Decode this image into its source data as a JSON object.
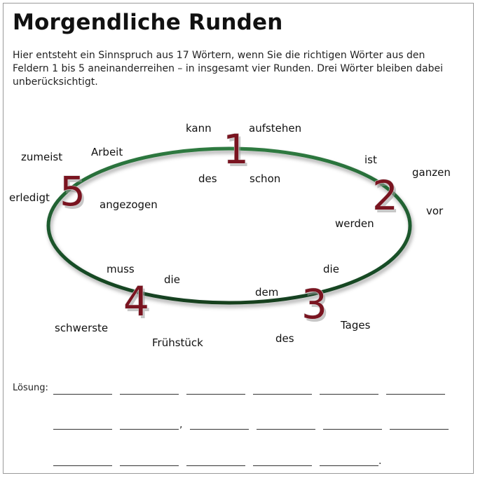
{
  "title": "Morgendliche Runden",
  "intro": "Hier entsteht ein Sinnspruch aus 17 Wörtern, wenn Sie die richtigen Wörter aus den Feldern 1 bis 5 aneinanderreihen – in insgesamt vier Runden. Drei Wörter bleiben dabei unberücksichtigt.",
  "fields": [
    {
      "number": "1",
      "words": [
        "kann",
        "aufstehen",
        "des",
        "schon"
      ]
    },
    {
      "number": "2",
      "words": [
        "ist",
        "ganzen",
        "vor",
        "werden"
      ]
    },
    {
      "number": "3",
      "words": [
        "die",
        "dem",
        "Tages",
        "des"
      ]
    },
    {
      "number": "4",
      "words": [
        "muss",
        "die",
        "schwerste",
        "Frühstück"
      ]
    },
    {
      "number": "5",
      "words": [
        "zumeist",
        "Arbeit",
        "erledigt",
        "angezogen"
      ]
    }
  ],
  "solution": {
    "label": "Lösung:",
    "row2_comma": ",",
    "row3_period": "."
  },
  "colors": {
    "ring": "#1e5a2e",
    "number": "#7a1420"
  }
}
